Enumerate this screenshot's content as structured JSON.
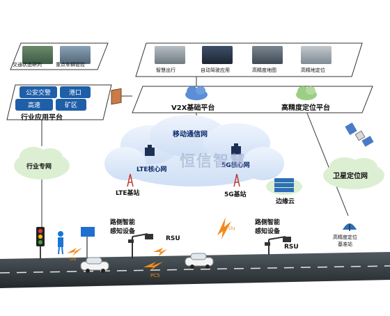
{
  "industry": {
    "panel_items": [
      "交通状态研判",
      "重点车辆管控"
    ],
    "platform_items": [
      "公安交警",
      "港口",
      "高速",
      "矿区"
    ],
    "platform_label": "行业应用平台",
    "network_label": "行业专网"
  },
  "apps": {
    "items": [
      "智慧出行",
      "自动驾驶应用",
      "高精度地图",
      "高精地定位"
    ]
  },
  "platforms": {
    "v2x": "V2X基础平台",
    "positioning": "高精度定位平台"
  },
  "mobile": {
    "label": "移动通信网",
    "lte_core": "LTE核心网",
    "fiveg_core": "5G核心网",
    "lte_bs": "LTE基站",
    "fiveg_bs": "5G基站",
    "edge": "边缘云"
  },
  "satellite": {
    "label": "卫星定位网",
    "ref_station": "高精度定位\n基准站"
  },
  "road": {
    "sensing_left": "路侧智能\n感知设备",
    "sensing_right": "路侧智能\n感知设备",
    "rsu_left": "RSU",
    "rsu_right": "RSU",
    "uu_left": "Uu",
    "uu_mid": "Uu",
    "pc5": "PC5"
  },
  "watermark": "恒信智慧",
  "colors": {
    "cloud": "#dfe9f8",
    "cloud_stroke": "#7ea3d8",
    "green_cloud": "#dcefd2",
    "road": "#2f3437",
    "lightning": "#f08a1c",
    "chip": "#1f5fa8"
  }
}
